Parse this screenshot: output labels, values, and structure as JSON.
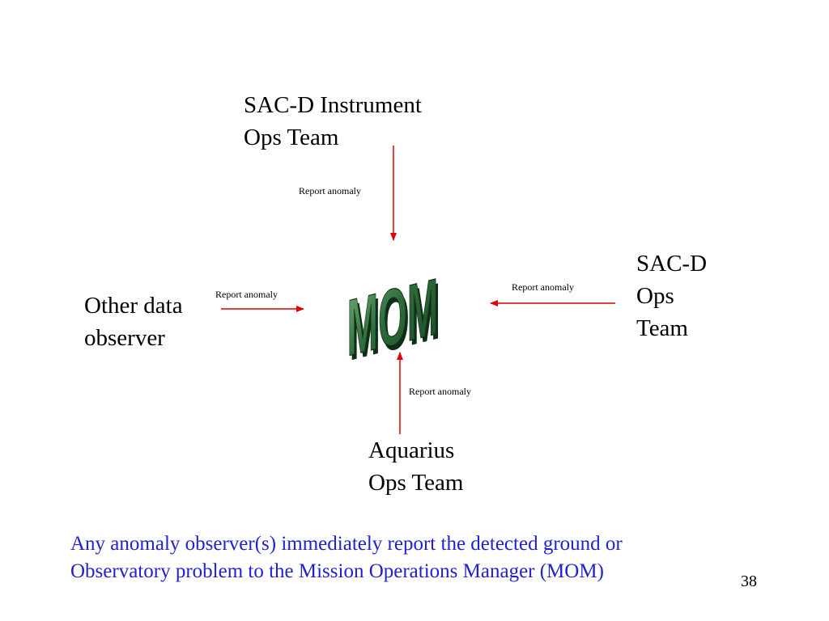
{
  "nodes": {
    "sacd_instrument": {
      "lines": [
        "SAC-D Instrument",
        "Ops Team"
      ]
    },
    "sacd_ops": {
      "lines": [
        "SAC-D",
        "Ops",
        "Team"
      ]
    },
    "other_observer": {
      "lines": [
        "Other data",
        "observer"
      ]
    },
    "aquarius": {
      "lines": [
        "Aquarius",
        "Ops Team"
      ]
    },
    "mom": {
      "label": "MOM"
    }
  },
  "edges": [
    {
      "from": "sacd_instrument",
      "to": "mom",
      "label": "Report anomaly"
    },
    {
      "from": "sacd_ops",
      "to": "mom",
      "label": "Report anomaly"
    },
    {
      "from": "other_observer",
      "to": "mom",
      "label": "Report anomaly"
    },
    {
      "from": "aquarius",
      "to": "mom",
      "label": "Report anomaly"
    }
  ],
  "caption": {
    "line1": "Any anomaly observer(s) immediately report the detected ground or",
    "line2": "Observatory problem to the Mission Operations Manager (MOM)"
  },
  "page_number": "38",
  "colors": {
    "arrow": "#e00000",
    "caption_text": "#2222cc",
    "mom_face": "#2e6b3a",
    "mom_side": "#0f2e17",
    "mom_highlight": "#6fae7a"
  }
}
